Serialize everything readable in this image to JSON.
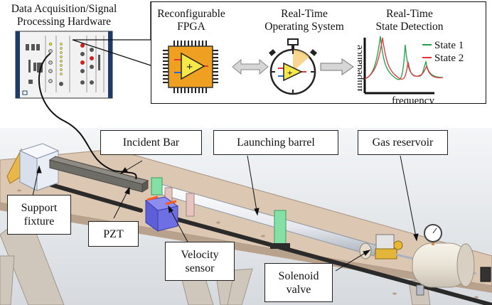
{
  "hardware": {
    "title_line1": "Data Acquisition/Signal",
    "title_line2": "Processing Hardware"
  },
  "callout": {
    "fpga": {
      "line1": "Reconfigurable",
      "line2": "FPGA"
    },
    "rtos": {
      "line1": "Real-Time",
      "line2": "Operating System"
    },
    "detection": {
      "line1": "Real-Time",
      "line2": "State Detection"
    },
    "plot": {
      "ylabel": "Impedance",
      "xlabel": "frequency",
      "legend": [
        {
          "name": "State 1",
          "color": "#1fa045"
        },
        {
          "name": "State 2",
          "color": "#e8333a"
        }
      ]
    }
  },
  "setup_labels": {
    "incident_bar": "Incident Bar",
    "launching_barrel": "Launching barrel",
    "gas_reservoir": "Gas reservoir",
    "support_fixture_line1": "Support",
    "support_fixture_line2": "fixture",
    "pzt": "PZT",
    "velocity_sensor_line1": "Velocity",
    "velocity_sensor_line2": "sensor",
    "solenoid_valve_line1": "Solenoid",
    "solenoid_valve_line2": "valve"
  },
  "colors": {
    "fpga_orange": "#f0a020",
    "amp_yellow": "#f7e84a",
    "table_tan": "#d8c3b0",
    "barrel_white": "#eef0f2",
    "sensor_blue": "#6b6be0",
    "holder_green": "#7fe0a0",
    "rack_navy": "#1f3a66"
  }
}
